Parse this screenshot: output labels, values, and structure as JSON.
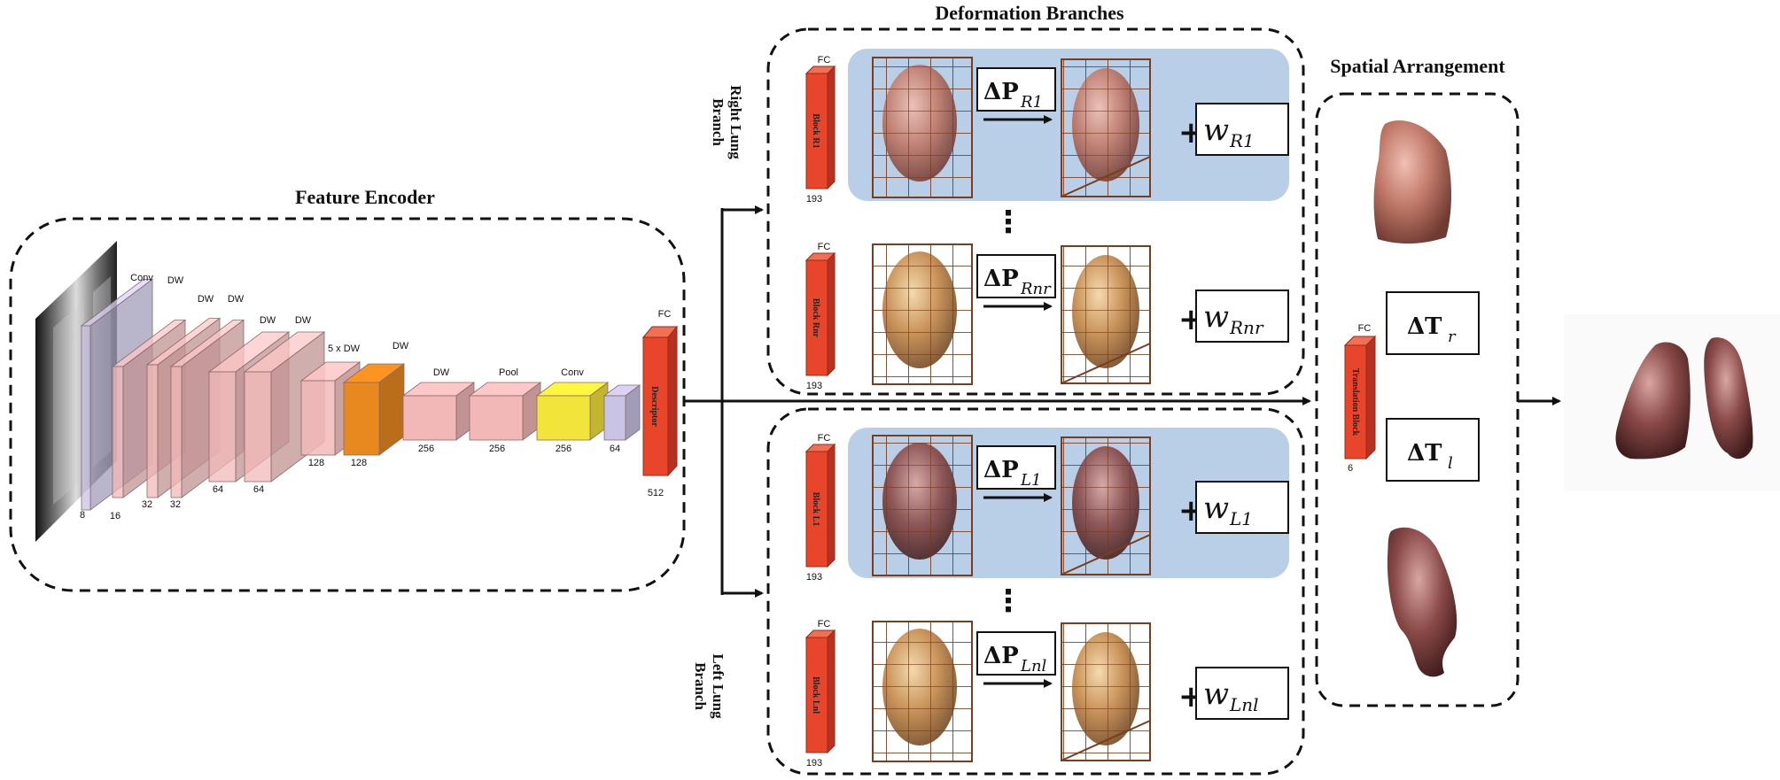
{
  "titles": {
    "feature_encoder": "Feature Encoder",
    "deformation_branches": "Deformation Branches",
    "spatial_arrangement": "Spatial Arrangement",
    "right_lung_branch_1": "Right Lung",
    "right_lung_branch_2": "Branch",
    "left_lung_branch_1": "Left Lung",
    "left_lung_branch_2": "Branch"
  },
  "encoder_layers": [
    {
      "top": "",
      "bottom": "8"
    },
    {
      "top": "Conv",
      "bottom": "16"
    },
    {
      "top": "DW",
      "bottom": "32"
    },
    {
      "top": "DW",
      "bottom": "32"
    },
    {
      "top": "DW",
      "bottom": "64"
    },
    {
      "top": "DW",
      "bottom": "64"
    },
    {
      "top": "DW",
      "bottom": "128"
    },
    {
      "top": "5 x DW",
      "bottom": "128"
    },
    {
      "top": "DW",
      "bottom": "256"
    },
    {
      "top": "DW",
      "bottom": "256"
    },
    {
      "top": "Pool",
      "bottom": "256"
    },
    {
      "top": "Conv",
      "bottom": "64"
    }
  ],
  "descriptor": {
    "fc": "FC",
    "label": "Descriptor",
    "size": "512"
  },
  "branches": [
    {
      "fc": "FC",
      "block": "Block R1",
      "size": "193",
      "delta": "ΔP",
      "delta_sub": "R1",
      "weight": "w",
      "weight_sub": "R1"
    },
    {
      "fc": "FC",
      "block": "Block Rnr",
      "size": "193",
      "delta": "ΔP",
      "delta_sub": "Rnr",
      "weight": "w",
      "weight_sub": "Rnr"
    },
    {
      "fc": "FC",
      "block": "Block L1",
      "size": "193",
      "delta": "ΔP",
      "delta_sub": "L1",
      "weight": "w",
      "weight_sub": "L1"
    },
    {
      "fc": "FC",
      "block": "Block Lnl",
      "size": "193",
      "delta": "ΔP",
      "delta_sub": "Lnl",
      "weight": "w",
      "weight_sub": "Lnl"
    }
  ],
  "translation": {
    "fc": "FC",
    "label": "Translation Block",
    "size": "6",
    "tr": "ΔT",
    "tr_sub": "r",
    "tl": "ΔT",
    "tl_sub": "l"
  },
  "ellipsis": "⋮",
  "plus": "+",
  "colors": {
    "fc_red": "#e8452a",
    "panel_blue": "#b9cfe8",
    "conv_blue": "#c9c3e6",
    "dw_pink": "#f2b8b8",
    "orange": "#e8891f",
    "yellow": "#f2e43a",
    "lung_copper": "#b8705e",
    "lung_gold": "#c98a4c"
  }
}
